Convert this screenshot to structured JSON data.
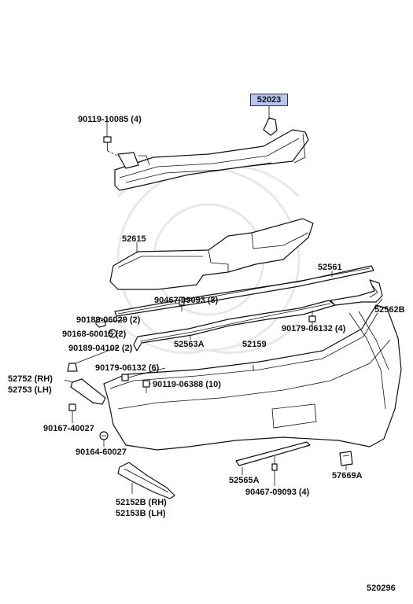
{
  "labels": {
    "p52023": "52023",
    "p90119_10085": "90119-10085 (4)",
    "p52615": "52615",
    "p52561": "52561",
    "p90467_09093_8": "90467-09093 (8)",
    "p52562B": "52562B",
    "p90189_06029": "90189-06029 (2)",
    "p90168_60015": "90168-60015 (2)",
    "p90189_04102": "90189-04102 (2)",
    "p90179_06132_4": "90179-06132 (4)",
    "p52563A": "52563A",
    "p52159": "52159",
    "p52752": "52752 (RH)",
    "p52753": "52753 (LH)",
    "p90179_06132_6": "90179-06132 (6)",
    "p90119_06388": "90119-06388 (10)",
    "p90167_40027": "90167-40027",
    "p90164_60027": "90164-60027",
    "p52565A": "52565A",
    "p57669A": "57669A",
    "p90467_09093_4": "90467-09093 (4)",
    "p52152B": "52152B (RH)",
    "p52153B": "52153B (LH)",
    "figure_code": "520296"
  }
}
